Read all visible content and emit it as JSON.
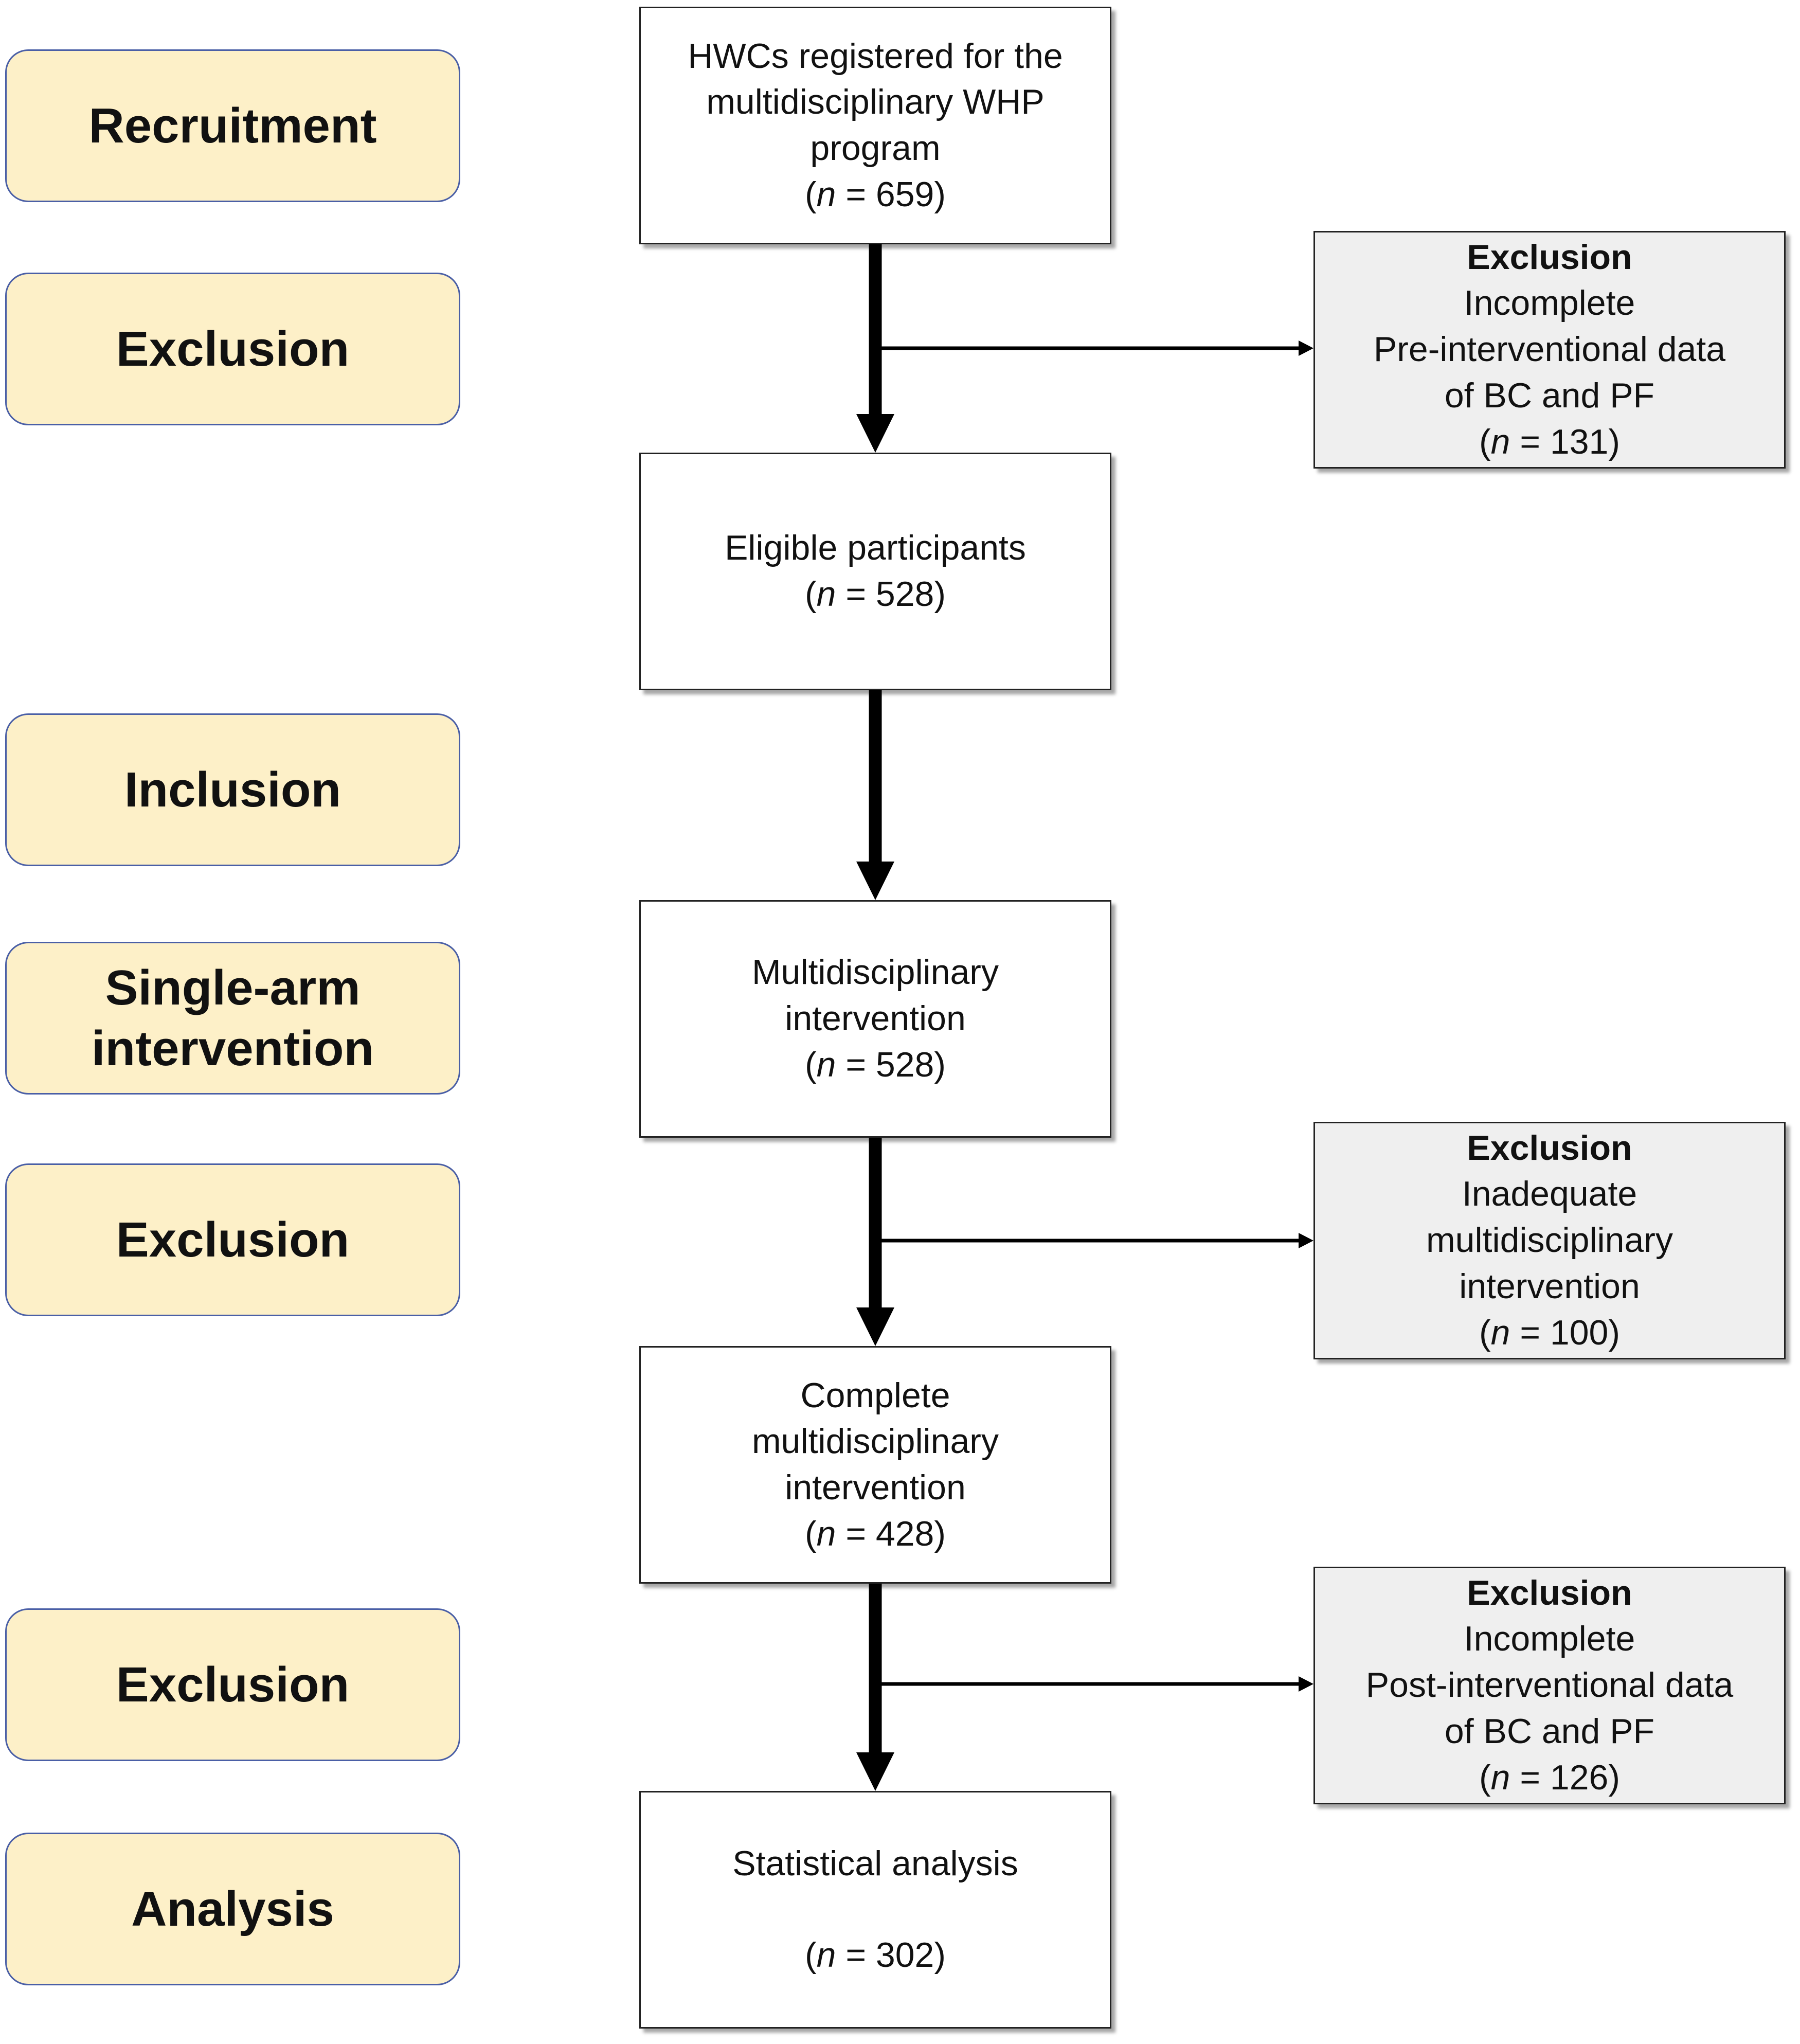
{
  "stages": [
    "Recruitment",
    "Exclusion",
    "Inclusion",
    "Single-arm intervention",
    "Exclusion",
    "Exclusion",
    "Analysis"
  ],
  "main_boxes": [
    {
      "lines": [
        "HWCs registered for the",
        "multidisciplinary WHP",
        "program"
      ],
      "n": "659"
    },
    {
      "lines": [
        "Eligible participants"
      ],
      "n": "528"
    },
    {
      "lines": [
        "Multidisciplinary",
        "intervention"
      ],
      "n": "528"
    },
    {
      "lines": [
        "Complete",
        "multidisciplinary",
        "intervention"
      ],
      "n": "428"
    },
    {
      "lines": [
        "Statistical analysis"
      ],
      "n": "302"
    }
  ],
  "exclusion_boxes": [
    {
      "title": "Exclusion",
      "lines": [
        "Incomplete",
        "Pre-interventional data",
        "of BC and PF"
      ],
      "n": "131"
    },
    {
      "title": "Exclusion",
      "lines": [
        "Inadequate",
        "multidisciplinary",
        "intervention"
      ],
      "n": "100"
    },
    {
      "title": "Exclusion",
      "lines": [
        "Incomplete",
        "Post-interventional data",
        "of BC and PF"
      ],
      "n": "126"
    }
  ],
  "n_prefix": "(",
  "n_var": "n",
  "n_eq": " = ",
  "n_suffix": ")"
}
